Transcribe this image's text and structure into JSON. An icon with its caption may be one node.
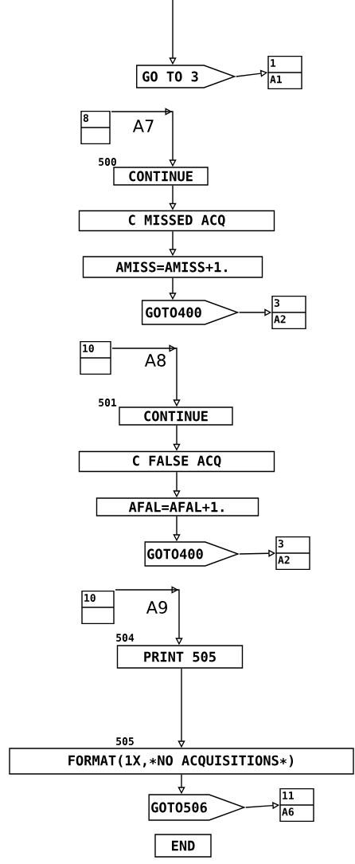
{
  "diagram": {
    "nodes": [
      {
        "text": [
          "GO TO 3"
        ]
      },
      {
        "text": [
          "1",
          "A1"
        ]
      },
      {
        "text": [
          "8",
          "A7"
        ]
      },
      {
        "text": [
          "CONTINUE"
        ],
        "beside": [
          "500"
        ]
      },
      {
        "text": [
          "C MISSED ACQ"
        ]
      },
      {
        "text": [
          "AMISS=AMISS+1."
        ]
      },
      {
        "text": [
          "GOTO400"
        ]
      },
      {
        "text": [
          "3",
          "A2"
        ]
      },
      {
        "text": [
          "10",
          "A8"
        ]
      },
      {
        "text": [
          "CONTINUE"
        ],
        "beside": [
          "501"
        ]
      },
      {
        "text": [
          "C FALSE ACQ"
        ]
      },
      {
        "text": [
          "AFAL=AFAL+1."
        ]
      },
      {
        "text": [
          "GOTO400"
        ]
      },
      {
        "text": [
          "3",
          "A2"
        ]
      },
      {
        "text": [
          "10",
          "A9"
        ]
      },
      {
        "text": [
          "PRINT 505"
        ],
        "beside": [
          "504"
        ]
      },
      {
        "text": [
          "FORMAT(1X,∗NO ACQUISITIONS∗)"
        ],
        "beside": [
          "505"
        ]
      },
      {
        "text": [
          "GOTO506"
        ]
      },
      {
        "text": [
          "11",
          "A6"
        ]
      },
      {
        "text": [
          "END"
        ]
      }
    ],
    "edges": [
      {
        "from": null,
        "to": 0,
        "arrow": "to"
      },
      {
        "from": 0,
        "to": 1,
        "arrow": "to"
      },
      {
        "from": 2,
        "to": 3,
        "arrow": "to"
      },
      {
        "from": 3,
        "to": 4,
        "arrow": "to"
      },
      {
        "from": 4,
        "to": 5,
        "arrow": "to"
      },
      {
        "from": 5,
        "to": 6,
        "arrow": "to"
      },
      {
        "from": 6,
        "to": 7,
        "arrow": "to"
      },
      {
        "from": 8,
        "to": 9,
        "arrow": "to"
      },
      {
        "from": 9,
        "to": 10,
        "arrow": "to"
      },
      {
        "from": 10,
        "to": 11,
        "arrow": "to"
      },
      {
        "from": 11,
        "to": 12,
        "arrow": "to"
      },
      {
        "from": 12,
        "to": 13,
        "arrow": "to"
      },
      {
        "from": 14,
        "to": 15,
        "arrow": "to"
      },
      {
        "from": 15,
        "to": 16,
        "arrow": "to"
      },
      {
        "from": 16,
        "to": 17,
        "arrow": "to"
      },
      {
        "from": 17,
        "to": 18,
        "arrow": "to"
      }
    ]
  }
}
